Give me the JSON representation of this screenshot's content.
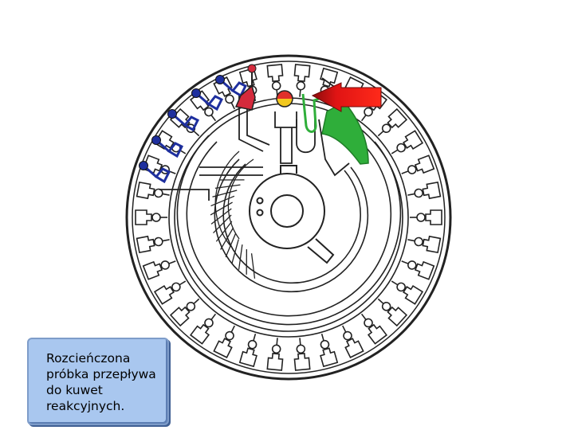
{
  "caption": {
    "text": "Rozcieńczona\npróbka przepływa\ndo kuwet\nreakcyjnych."
  },
  "colors": {
    "outline": "#222222",
    "sample_channel": "#d42a3c",
    "reagent_dots": "#1e2f9e",
    "highlight_green": "#2fae3a",
    "arrow_red": "#dd1111",
    "indicator_top": "#e0302a",
    "indicator_bottom": "#f2c81e",
    "caption_bg": "#a9c7ef"
  },
  "icons": [
    "flow-direction-arrow",
    "sample-indicator"
  ]
}
